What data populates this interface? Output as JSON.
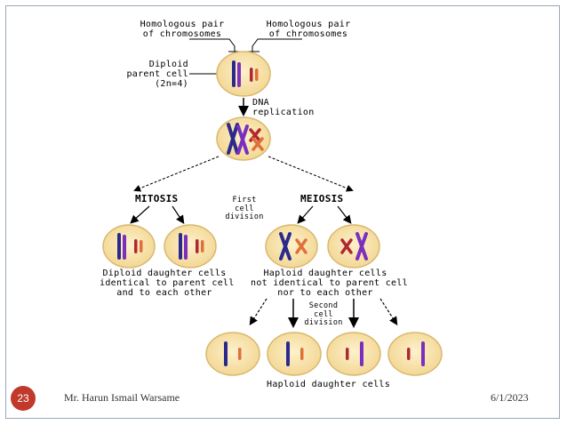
{
  "labels": {
    "homologous_pair_left": "Homologous pair\nof chromosomes",
    "homologous_pair_right": "Homologous pair\nof chromosomes",
    "diploid_parent": "Diploid\nparent cell\n(2n=4)",
    "dna_replication": "DNA\nreplication",
    "mitosis": "MITOSIS",
    "meiosis": "MEIOSIS",
    "first_division": "First\ncell\ndivision",
    "diploid_daughters": "Diploid daughter cells\nidentical to parent cell\nand to each other",
    "haploid_daughters": "Haploid daughter cells\nnot identical to parent cell\nnor to each other",
    "second_division": "Second\ncell\ndivision",
    "haploid_daughters_final": "Haploid daughter cells"
  },
  "footer": {
    "slide_number": "23",
    "author": "Mr. Harun Ismail Warsame",
    "date": "6/1/2023"
  },
  "colors": {
    "cell_fill": "#f6dfa6",
    "cell_stroke": "#d9b870",
    "purple": "#7b2fbe",
    "navy": "#2b2a8c",
    "red": "#b0272f",
    "orange": "#e0703a",
    "slide_badge": "#c0392b"
  }
}
